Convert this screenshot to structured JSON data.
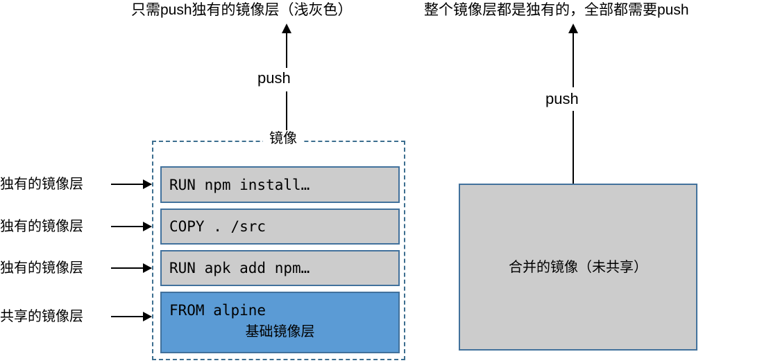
{
  "diagram": {
    "left_panel": {
      "title": "只需push独有的镜像层（浅灰色）",
      "push_label": "push",
      "group_label": "镜像",
      "layers": [
        {
          "command": "RUN npm install…",
          "side_label": "独有的镜像层",
          "kind": "unique"
        },
        {
          "command": "COPY . /src",
          "side_label": "独有的镜像层",
          "kind": "unique"
        },
        {
          "command": "RUN apk add npm…",
          "side_label": "独有的镜像层",
          "kind": "unique"
        },
        {
          "command": "FROM alpine",
          "sub_label": "基础镜像层",
          "side_label": "共享的镜像层",
          "kind": "base"
        }
      ]
    },
    "right_panel": {
      "title": "整个镜像层都是独有的，全部都需要push",
      "push_label": "push",
      "box_label": "合并的镜像（未共享）"
    },
    "colors": {
      "unique_layer_fill": "#cccccc",
      "base_layer_fill": "#5b9bd5",
      "layer_border": "#41719c",
      "group_dashed_border": "#3c6e8f",
      "arrow": "#000000",
      "text": "#000000",
      "background": "#ffffff"
    }
  }
}
